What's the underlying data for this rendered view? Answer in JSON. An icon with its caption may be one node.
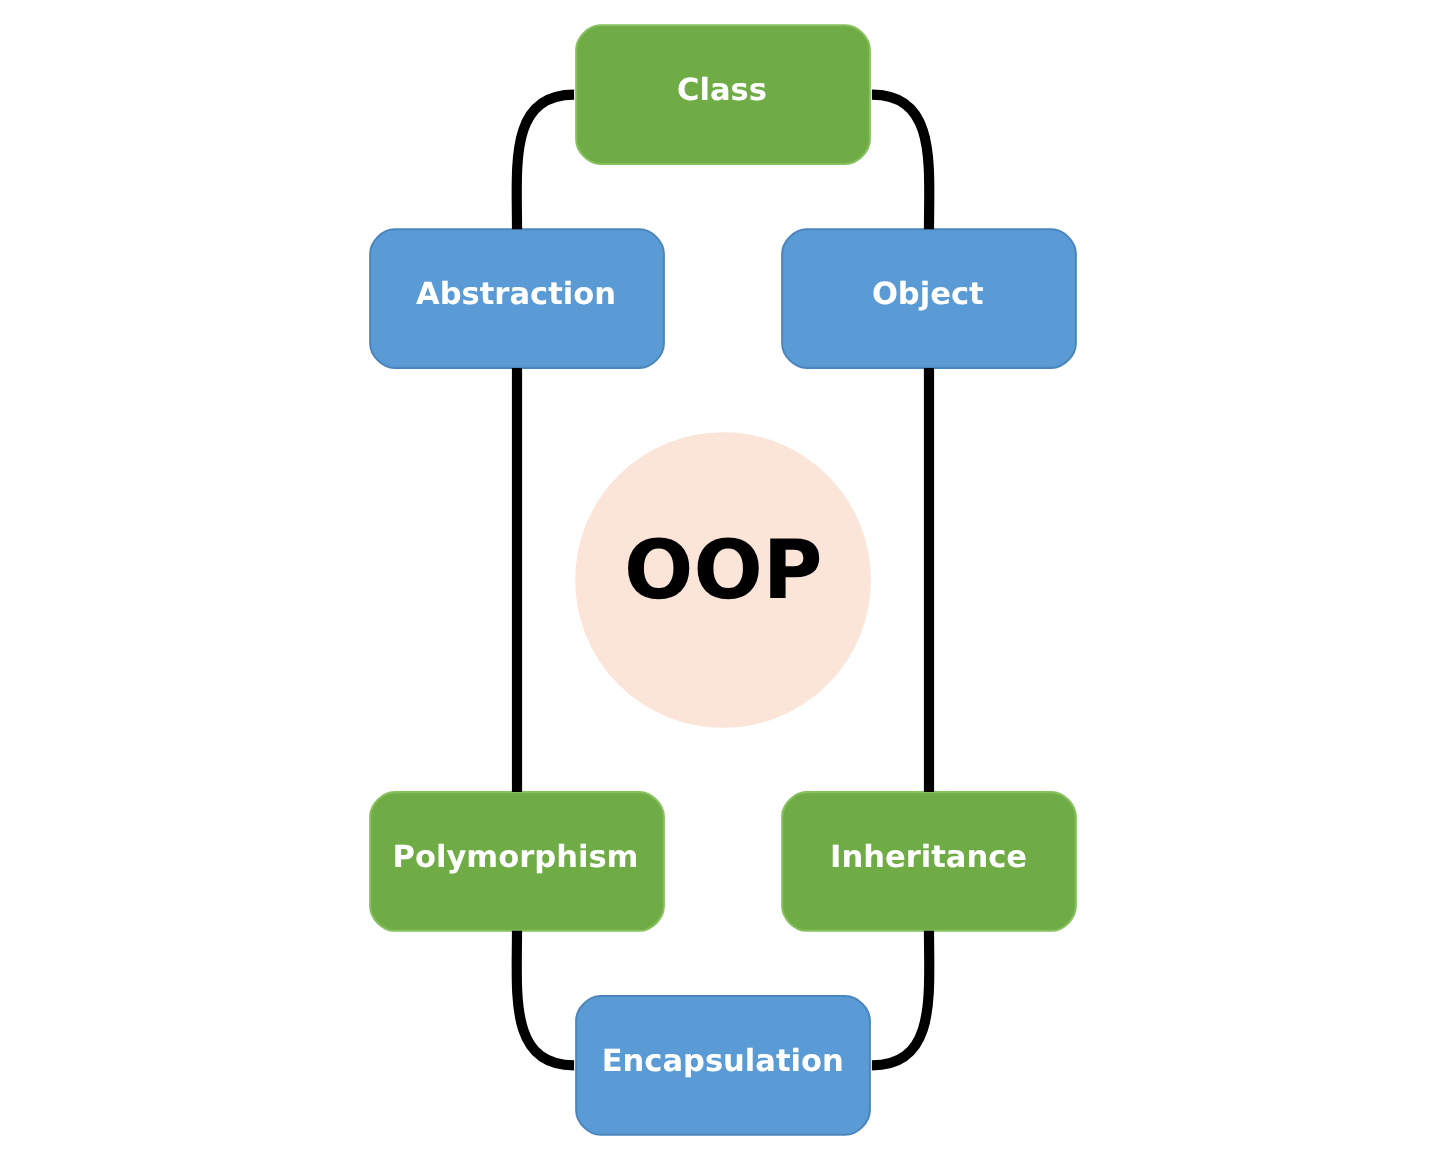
{
  "diagram": {
    "nodes": [
      {
        "text": [
          "Class"
        ]
      },
      {
        "text": [
          "Abstraction"
        ]
      },
      {
        "text": [
          "Object"
        ]
      },
      {
        "text": [
          "OOP"
        ]
      },
      {
        "text": [
          "Polymorphism"
        ]
      },
      {
        "text": [
          "Inheritance"
        ]
      },
      {
        "text": [
          "Encapsulation"
        ]
      }
    ],
    "edges": [
      {
        "from": 0,
        "to": 1,
        "arrow": "none"
      },
      {
        "from": 0,
        "to": 2,
        "arrow": "none"
      },
      {
        "from": 1,
        "to": 4,
        "arrow": "none"
      },
      {
        "from": 2,
        "to": 5,
        "arrow": "none"
      },
      {
        "from": 4,
        "to": 6,
        "arrow": "none"
      },
      {
        "from": 5,
        "to": 6,
        "arrow": "none"
      }
    ]
  }
}
